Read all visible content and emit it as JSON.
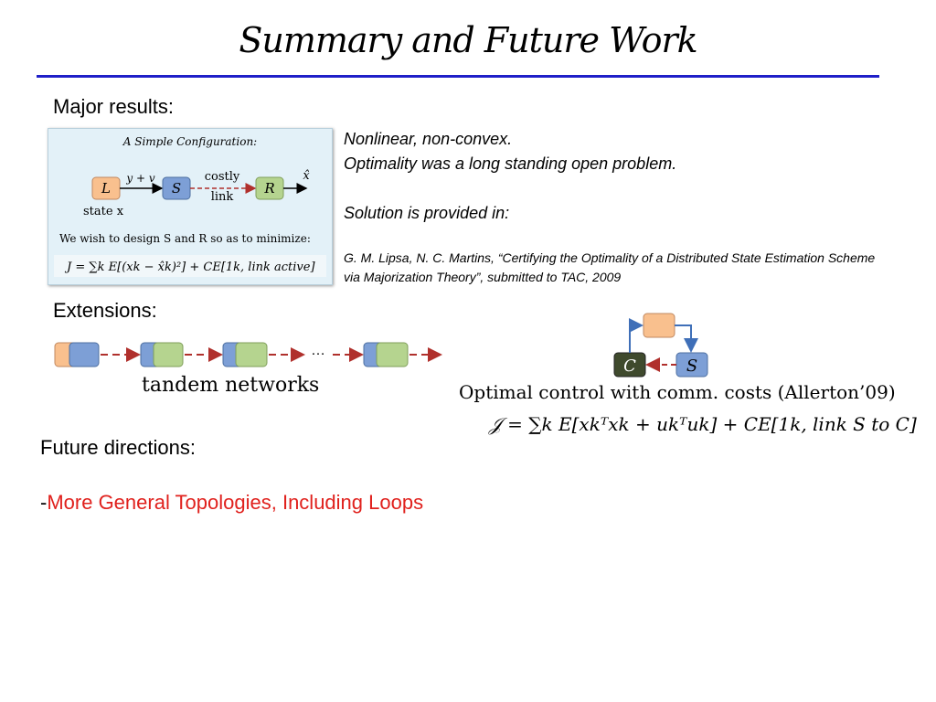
{
  "title": "Summary and Future Work",
  "major_results_label": "Major results:",
  "config": {
    "header": "A Simple Configuration:",
    "block_L": "L",
    "block_S": "S",
    "block_R": "R",
    "signal": "y + v",
    "link_label_1": "costly",
    "link_label_2": "link",
    "output": "x̂",
    "state_label": "state x",
    "design_text": "We wish to design S and R so as to minimize:",
    "cost_formula": "J = ∑k E[(xk − x̂k)²] + CE[1k, link active]"
  },
  "right": {
    "line1": "Nonlinear, non-convex.",
    "line2": "Optimality was a long standing open problem.",
    "line3": "Solution is provided in:",
    "citation": "G. M. Lipsa, N. C. Martins, “Certifying the Optimality of a Distributed State Estimation Scheme via Majorization Theory”, submitted to TAC, 2009"
  },
  "extensions_label": "Extensions:",
  "tandem": {
    "ellipsis": "…",
    "label": "tandem networks"
  },
  "loop": {
    "block_C": "C",
    "block_S": "S",
    "caption": "Optimal control with comm. costs (Allerton’09)",
    "formula": "𝒥 = ∑k E[xkᵀxk + ukᵀuk] + CE[1k, link S to C]"
  },
  "future_label": "Future directions:",
  "future_item_prefix": "-",
  "future_item": "More General Topologies, Including Loops",
  "colors": {
    "rule": "#1f1fc8",
    "future_item": "#e0211d",
    "block_orange": "#f9c08e",
    "block_blue": "#7d9fd6",
    "block_green": "#b5d48f",
    "block_dark": "#3f4a2d",
    "link_arrow": "#b0302c"
  }
}
